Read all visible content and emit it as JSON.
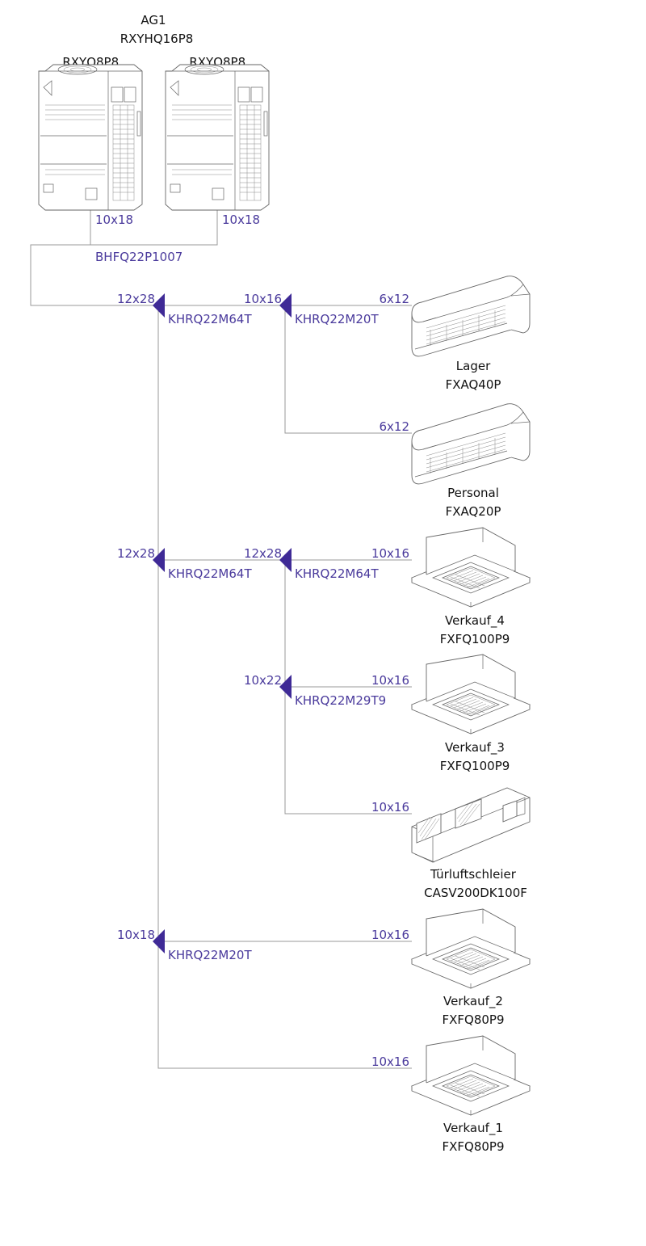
{
  "outdoor": {
    "system_name": "AG1",
    "system_model": "RXYHQ16P8",
    "modules": [
      {
        "model": "RXYQ8P8_",
        "pipe": "10x18"
      },
      {
        "model": "RXYQ8P8_",
        "pipe": "10x18"
      }
    ],
    "connector": "BHFQ22P1007"
  },
  "joints": [
    {
      "pipe": "12x28",
      "model": "KHRQ22M64T"
    },
    {
      "pipe": "10x16",
      "model": "KHRQ22M20T"
    },
    {
      "pipe": "12x28",
      "model": "KHRQ22M64T"
    },
    {
      "pipe": "12x28",
      "model": "KHRQ22M64T"
    },
    {
      "pipe": "10x22",
      "model": "KHRQ22M29T9"
    },
    {
      "pipe": "10x18",
      "model": "KHRQ22M20T"
    }
  ],
  "indoor_units": [
    {
      "room": "Lager",
      "model": "FXAQ40P",
      "pipe": "6x12",
      "icon": "wall-mounted-unit-icon"
    },
    {
      "room": "Personal",
      "model": "FXAQ20P",
      "pipe": "6x12",
      "icon": "wall-mounted-unit-icon"
    },
    {
      "room": "Verkauf_4",
      "model": "FXFQ100P9",
      "pipe": "10x16",
      "icon": "ceiling-cassette-icon"
    },
    {
      "room": "Verkauf_3",
      "model": "FXFQ100P9",
      "pipe": "10x16",
      "icon": "ceiling-cassette-icon"
    },
    {
      "room": "Türluftschleier",
      "model": "CASV200DK100F",
      "pipe": "10x16",
      "icon": "air-curtain-icon"
    },
    {
      "room": "Verkauf_2",
      "model": "FXFQ80P9",
      "pipe": "10x16",
      "icon": "ceiling-cassette-icon"
    },
    {
      "room": "Verkauf_1",
      "model": "FXFQ80P9",
      "pipe": "10x16",
      "icon": "ceiling-cassette-icon"
    }
  ],
  "colors": {
    "pipe_label": "#4a3a9c",
    "joint": "#3f2a96",
    "pipe_line": "#9a9a9a",
    "text": "#111111"
  }
}
